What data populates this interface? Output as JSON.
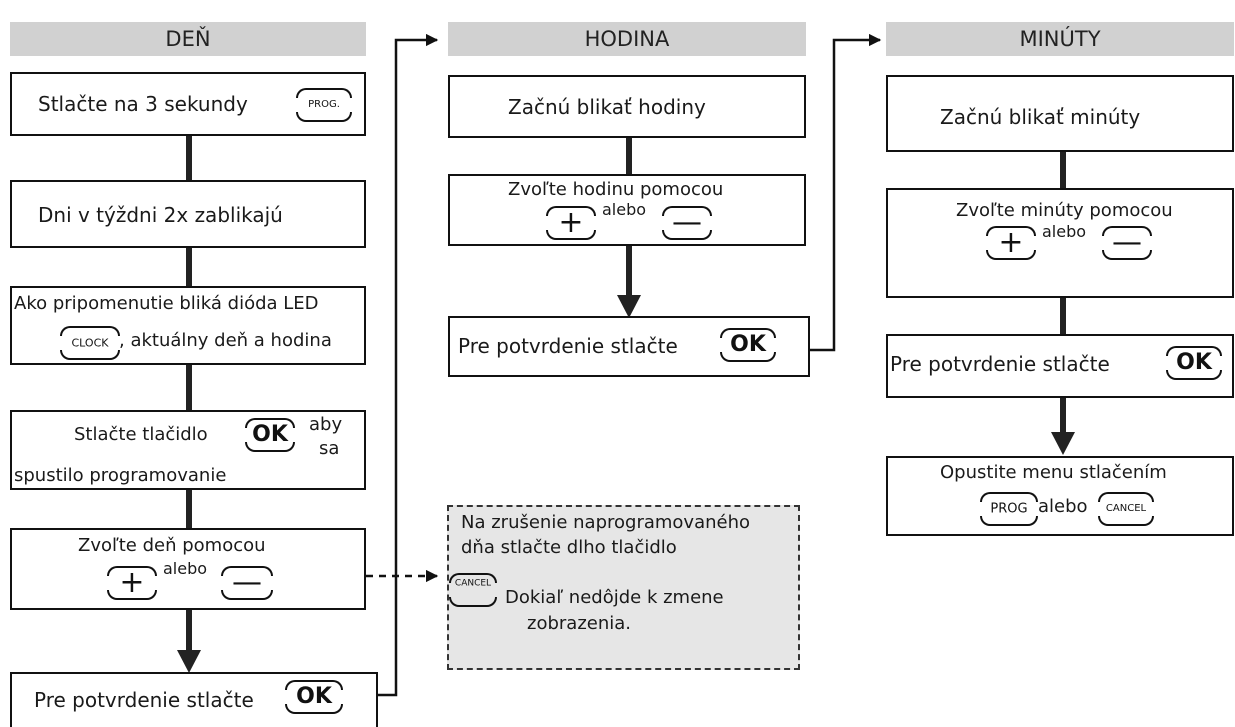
{
  "columns": {
    "day": "DEŇ",
    "hour": "HODINA",
    "minutes": "MINÚTY"
  },
  "day": {
    "step1": "Stlačte na 3 sekundy",
    "step2": "Dni v týždni 2x zablikajú",
    "step3_line1": "Ako pripomenutie bliká dióda LED",
    "step3_line2": ", aktuálny deň a hodina",
    "step4_line1": "Stlačte tlačidlo",
    "step4_aby": "aby",
    "step4_sa": "sa",
    "step4_line2": "spustilo programovanie",
    "step5": "Zvoľte deň pomocou",
    "step6": "Pre potvrdenie stlačte"
  },
  "hour": {
    "step1": "Začnú blikať hodiny",
    "step2": "Zvoľte hodinu pomocou",
    "step3": "Pre potvrdenie stlačte"
  },
  "minutes": {
    "step1": "Začnú blikať minúty",
    "step2": "Zvoľte minúty pomocou",
    "step3": "Pre potvrdenie stlačte",
    "step4": "Opustite menu stlačením"
  },
  "note": {
    "line1": "Na zrušenie naprogramovaného",
    "line2": "dňa stlačte dlho tlačidlo",
    "line3": "Dokiaľ nedôjde k zmene",
    "line4": "zobrazenia."
  },
  "common": {
    "or": "alebo"
  },
  "buttons": {
    "prog": "PROG.",
    "prog_plain": "PROG",
    "ok": "OK",
    "clock": "CLOCK",
    "cancel": "CANCEL",
    "plus": "+",
    "minus": "—"
  }
}
